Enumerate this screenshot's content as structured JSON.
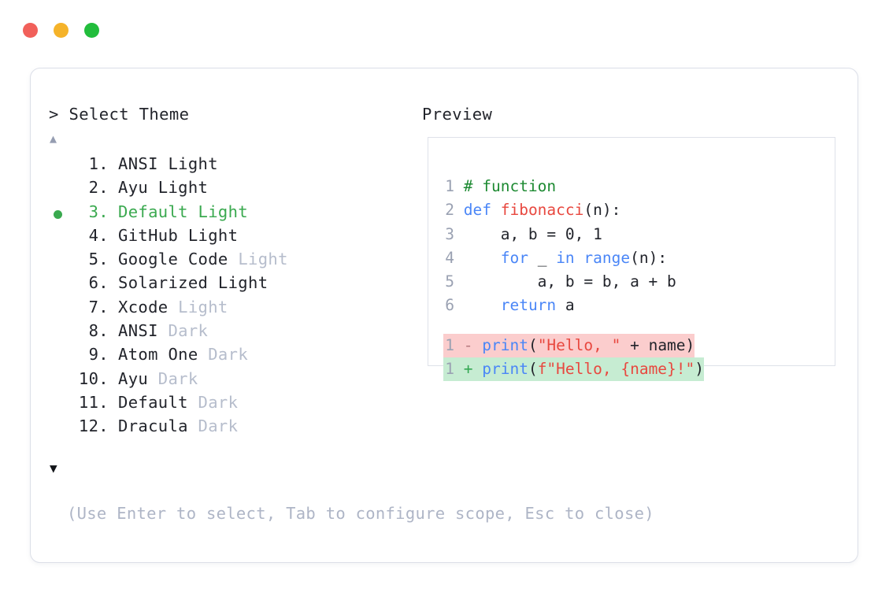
{
  "window": {
    "traffic_lights": [
      {
        "name": "close",
        "color": "#f1605a"
      },
      {
        "name": "minimize",
        "color": "#f5b32a"
      },
      {
        "name": "maximize",
        "color": "#22bd3c"
      }
    ]
  },
  "selector": {
    "prompt": "> Select Theme",
    "scroll_up_glyph": "▲",
    "scroll_down_glyph": "▼",
    "selected_index": 3,
    "selected_color": "#3aa94f",
    "variant_color": "#b6bdcc",
    "items": [
      {
        "index": "1.",
        "name": "ANSI",
        "variant": " Light",
        "variant_dim": false,
        "selected": false
      },
      {
        "index": "2.",
        "name": "Ayu",
        "variant": " Light",
        "variant_dim": false,
        "selected": false
      },
      {
        "index": "3.",
        "name": "Default",
        "variant": " Light",
        "variant_dim": false,
        "selected": true
      },
      {
        "index": "4.",
        "name": "GitHub",
        "variant": " Light",
        "variant_dim": false,
        "selected": false
      },
      {
        "index": "5.",
        "name": "Google Code",
        "variant": " Light",
        "variant_dim": true,
        "selected": false
      },
      {
        "index": "6.",
        "name": "Solarized",
        "variant": " Light",
        "variant_dim": false,
        "selected": false
      },
      {
        "index": "7.",
        "name": "Xcode",
        "variant": " Light",
        "variant_dim": true,
        "selected": false
      },
      {
        "index": "8.",
        "name": "ANSI",
        "variant": " Dark",
        "variant_dim": true,
        "selected": false
      },
      {
        "index": "9.",
        "name": "Atom One",
        "variant": " Dark",
        "variant_dim": true,
        "selected": false
      },
      {
        "index": "10.",
        "name": "Ayu",
        "variant": " Dark",
        "variant_dim": true,
        "selected": false
      },
      {
        "index": "11.",
        "name": "Default",
        "variant": " Dark",
        "variant_dim": true,
        "selected": false
      },
      {
        "index": "12.",
        "name": "Dracula",
        "variant": " Dark",
        "variant_dim": true,
        "selected": false
      }
    ],
    "hint": "(Use Enter to select, Tab to configure scope, Esc to close)"
  },
  "preview": {
    "title": "Preview",
    "code_lines": [
      {
        "num": "1",
        "tokens": [
          {
            "t": "# function",
            "c": "comment"
          }
        ]
      },
      {
        "num": "2",
        "tokens": [
          {
            "t": "def ",
            "c": "keyword"
          },
          {
            "t": "fibonacci",
            "c": "func"
          },
          {
            "t": "(n):",
            "c": "plain"
          }
        ]
      },
      {
        "num": "3",
        "tokens": [
          {
            "t": "    a, b = 0, 1",
            "c": "plain"
          }
        ]
      },
      {
        "num": "4",
        "tokens": [
          {
            "t": "    ",
            "c": "plain"
          },
          {
            "t": "for",
            "c": "keyword"
          },
          {
            "t": " _ ",
            "c": "plain"
          },
          {
            "t": "in range",
            "c": "keyword"
          },
          {
            "t": "(n):",
            "c": "plain"
          }
        ]
      },
      {
        "num": "5",
        "tokens": [
          {
            "t": "        a, b = b, a + b",
            "c": "plain"
          }
        ]
      },
      {
        "num": "6",
        "tokens": [
          {
            "t": "    ",
            "c": "plain"
          },
          {
            "t": "return",
            "c": "keyword"
          },
          {
            "t": " a",
            "c": "plain"
          }
        ]
      }
    ],
    "diff_lines": [
      {
        "num": "1",
        "sign": "-",
        "kind": "del",
        "tokens": [
          {
            "t": "print",
            "c": "keyword"
          },
          {
            "t": "(",
            "c": "plain"
          },
          {
            "t": "\"Hello, \"",
            "c": "string"
          },
          {
            "t": " + name)",
            "c": "plain"
          }
        ]
      },
      {
        "num": "1",
        "sign": "+",
        "kind": "add",
        "tokens": [
          {
            "t": "print",
            "c": "keyword"
          },
          {
            "t": "(",
            "c": "plain"
          },
          {
            "t": "f\"Hello, {name}!\"",
            "c": "string"
          },
          {
            "t": ")",
            "c": "plain"
          }
        ]
      }
    ],
    "colors": {
      "comment": "#1d8a32",
      "keyword": "#4a86f7",
      "function": "#e8483f",
      "string": "#e8483f",
      "plain": "#22242b",
      "line_number": "#9aa1b2",
      "diff_del_bg": "#fbcdcd",
      "diff_add_bg": "#c6ecd2"
    }
  }
}
